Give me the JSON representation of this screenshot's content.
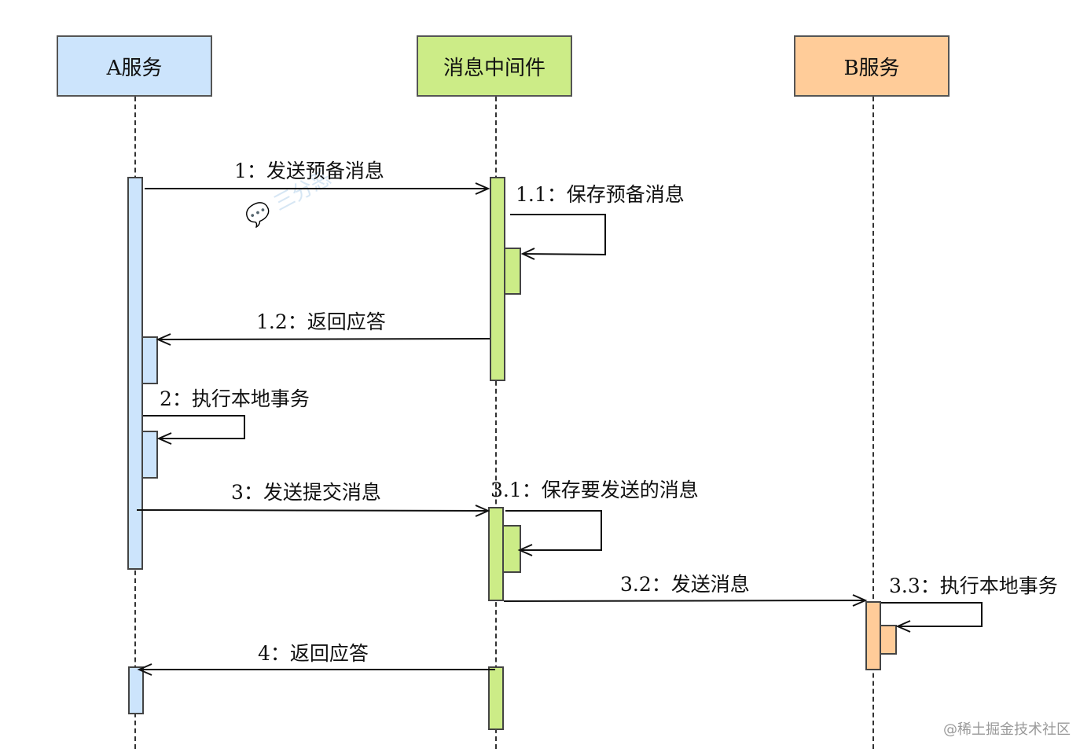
{
  "participants": {
    "a": "A服务",
    "mq": "消息中间件",
    "b": "B服务"
  },
  "messages": {
    "m1": "1：发送预备消息",
    "m1_1": "1.1：保存预备消息",
    "m1_2": "1.2：返回应答",
    "m2": "2：执行本地事务",
    "m3": "3：发送提交消息",
    "m3_1": "3.1：保存要发送的消息",
    "m3_2": "3.2：发送消息",
    "m3_3": "3.3：执行本地事务",
    "m4": "4：返回应答"
  },
  "watermark_faint": "三分恶",
  "footer_watermark": "@稀土掘金技术社区",
  "colors": {
    "service_a": "#cce4fc",
    "middleware": "#ccec87",
    "service_b": "#ffcc99"
  }
}
